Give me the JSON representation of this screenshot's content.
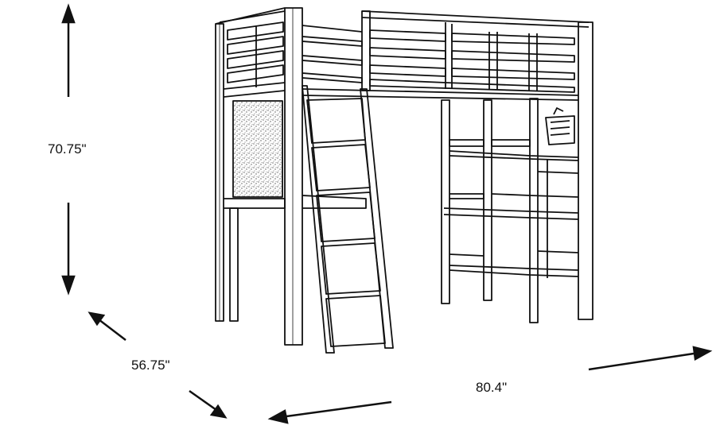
{
  "dimensions": {
    "height": "70.75\"",
    "depth": "56.75\"",
    "width": "80.4\""
  },
  "colors": {
    "line": "#111111",
    "background": "#ffffff",
    "corkboard": "#9a9a9a"
  }
}
